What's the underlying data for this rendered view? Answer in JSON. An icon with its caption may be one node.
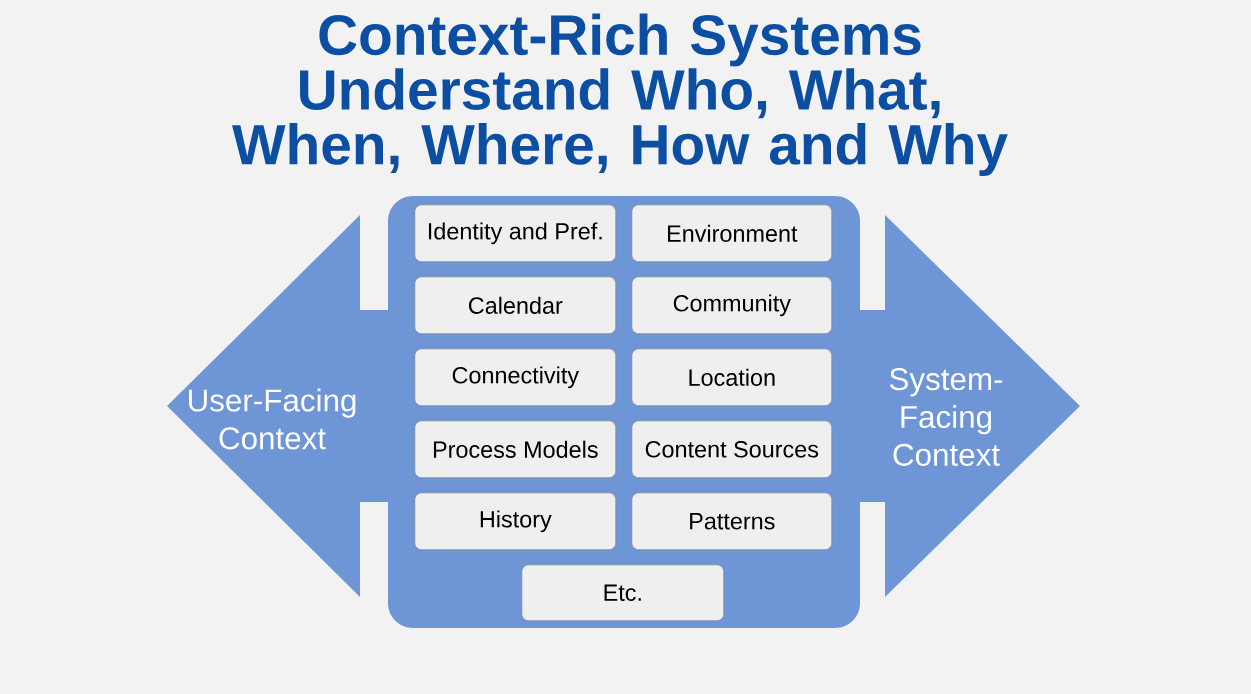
{
  "diagram": {
    "title": "Context-Rich Systems Understand Who, What, When, Where, How and Why",
    "nodes": [
      {
        "text": [
          "User-Facing Context"
        ]
      },
      {
        "text": [],
        "shape": "box"
      },
      {
        "text": [
          "Identity and Pref."
        ],
        "in": 1
      },
      {
        "text": [
          "Environment"
        ],
        "in": 1
      },
      {
        "text": [
          "Calendar"
        ],
        "in": 1
      },
      {
        "text": [
          "Community"
        ],
        "in": 1
      },
      {
        "text": [
          "Connectivity"
        ],
        "in": 1
      },
      {
        "text": [
          "Location"
        ],
        "in": 1
      },
      {
        "text": [
          "Process Models"
        ],
        "in": 1
      },
      {
        "text": [
          "Content Sources"
        ],
        "in": 1
      },
      {
        "text": [
          "History"
        ],
        "in": 1
      },
      {
        "text": [
          "Patterns"
        ],
        "in": 1
      },
      {
        "text": [
          "Etc."
        ],
        "in": 1
      },
      {
        "text": [
          "System-Facing Context"
        ]
      }
    ]
  }
}
